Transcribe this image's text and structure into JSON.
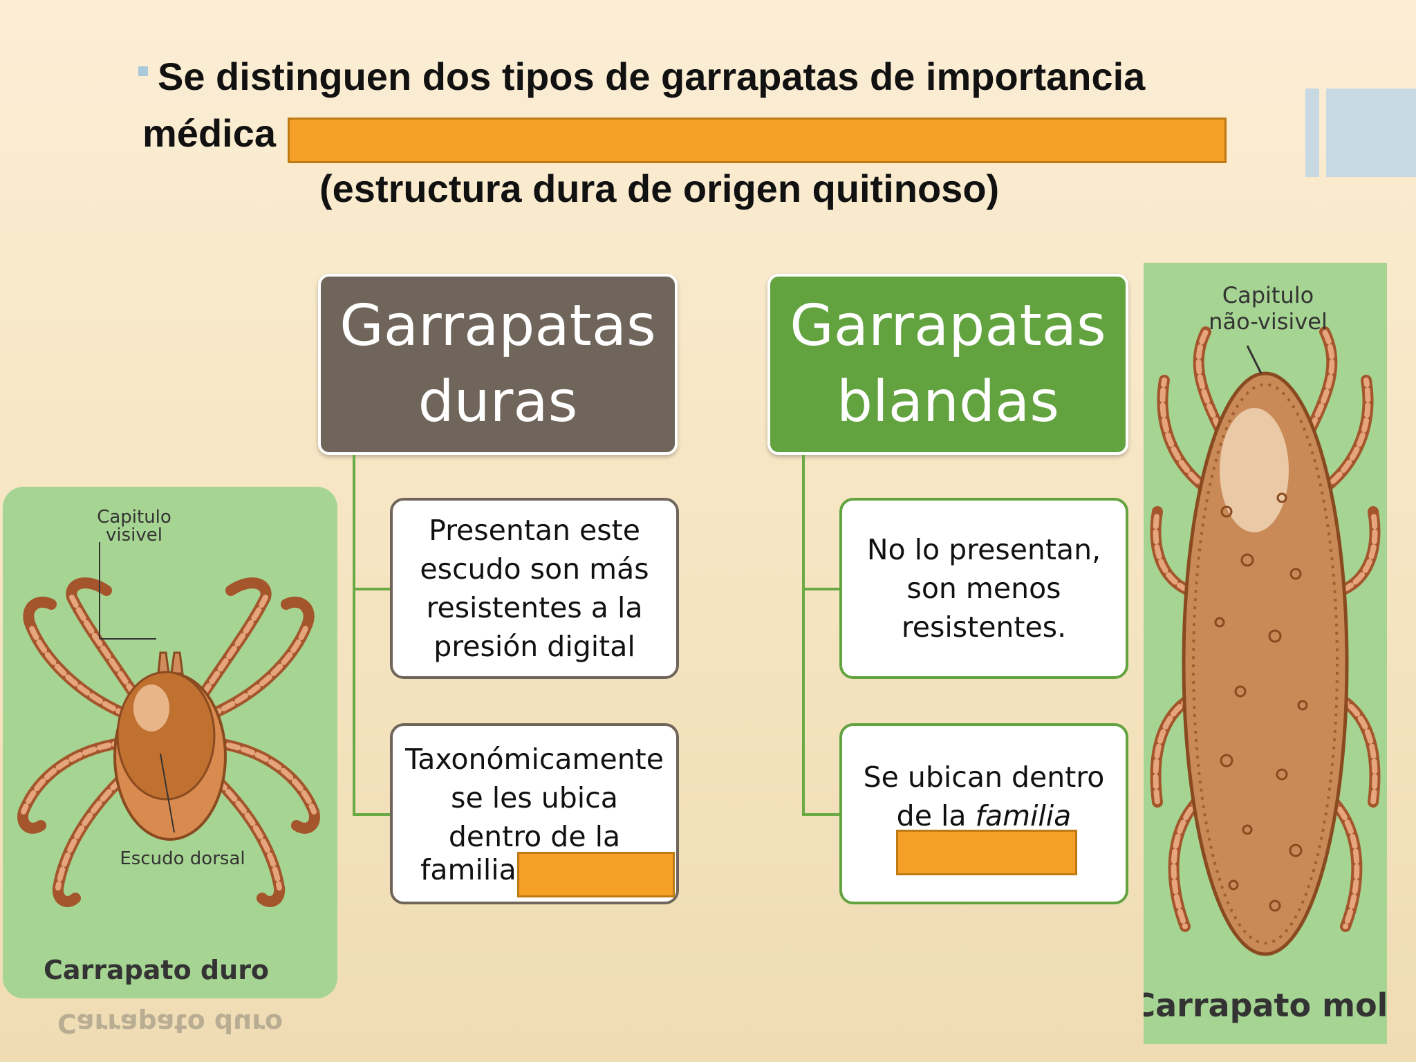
{
  "title": {
    "line1": "Se distinguen dos tipos de garrapatas de importancia",
    "line2_prefix": "médica",
    "line3": "(estructura dura de origen quitinoso)"
  },
  "hard_ticks": {
    "header_line1": "Garrapatas",
    "header_line2": "duras",
    "box1": [
      "Presentan este",
      "escudo son más",
      "resistentes a la",
      "presión digital"
    ],
    "box2": [
      "Taxonómicamente",
      "se les ubica",
      "dentro de la"
    ],
    "box2_family": "familia"
  },
  "soft_ticks": {
    "header_line1": "Garrapatas",
    "header_line2": "blandas",
    "box1": [
      "No lo presentan,",
      "son menos",
      "resistentes."
    ],
    "box2_line1": "Se ubican dentro",
    "box2_line2_prefix": "de la ",
    "box2_line2_italic": "familia"
  },
  "illustration_left": {
    "label_capitulo_1": "Capitulo",
    "label_capitulo_2": "visivel",
    "label_escudo": "Escudo dorsal",
    "caption": "Carrapato duro",
    "caption_reflection": "Carrapato duro"
  },
  "illustration_right": {
    "label_capitulo_1": "Capitulo",
    "label_capitulo_2": "não-visivel",
    "caption": "Carrapato mole"
  },
  "colors": {
    "hard_header": "#6f655b",
    "soft_header": "#62a33f",
    "redaction": "#f5a027",
    "panel": "#a6d492"
  }
}
